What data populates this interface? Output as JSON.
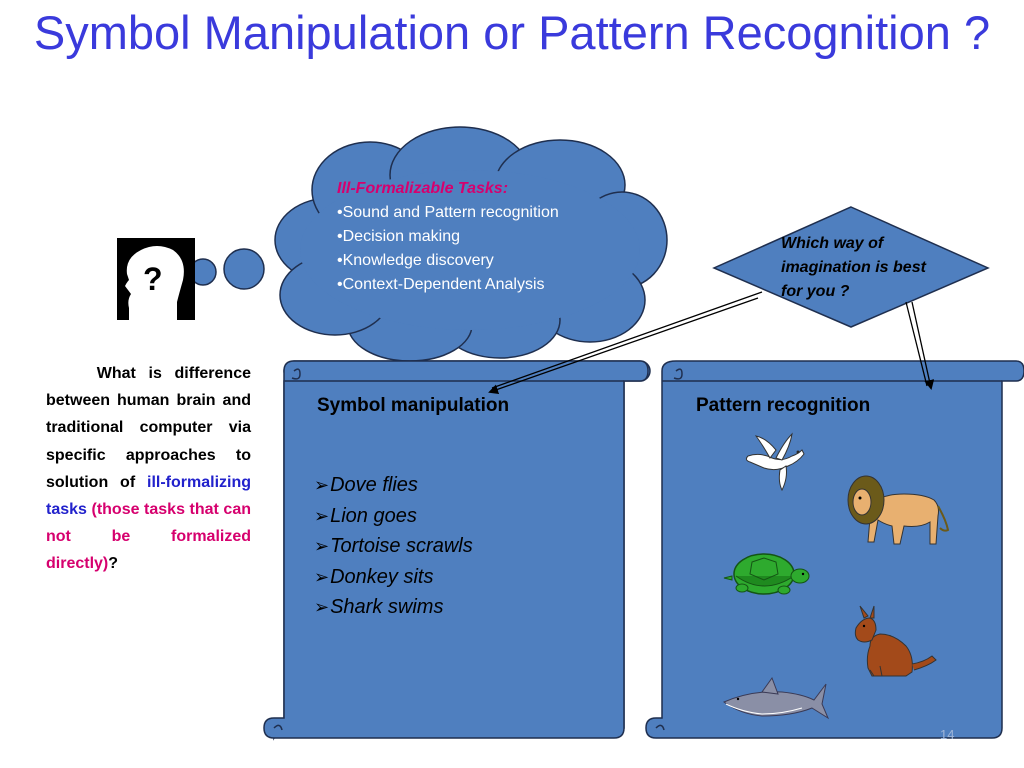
{
  "slide": {
    "title": "Symbol Manipulation or Pattern Recognition ?",
    "slide_number": "14"
  },
  "cloud": {
    "heading": "Ill-Formalizable Tasks:",
    "items": [
      "Sound and Pattern recognition",
      "Decision making",
      "Knowledge discovery",
      "Context-Dependent Analysis"
    ]
  },
  "diamond": {
    "text": "Which way of imagination is best for you ?"
  },
  "question": {
    "part1": "What is difference between human brain and traditional computer via specific approaches to solution of",
    "part2_blue": "ill-formalizing tasks",
    "part3_red": "(those tasks that can not be formalized directly)",
    "part4": "?"
  },
  "left_scroll": {
    "heading": "Symbol manipulation",
    "items": [
      "Dove  flies",
      "Lion goes",
      "Tortoise scrawls",
      "Donkey sits",
      "Shark  swims"
    ]
  },
  "right_scroll": {
    "heading": "Pattern recognition"
  },
  "icons": {
    "person": "thinking-person-icon",
    "question_mark": "?",
    "animals": [
      "dove-icon",
      "lion-icon",
      "tortoise-icon",
      "donkey-icon",
      "shark-icon"
    ]
  },
  "colors": {
    "title": "#3a3adc",
    "shape_fill": "#4f7fbf",
    "shape_stroke": "#1f2f4f",
    "emphasis_red": "#d6006e",
    "emphasis_blue": "#2222cc"
  }
}
